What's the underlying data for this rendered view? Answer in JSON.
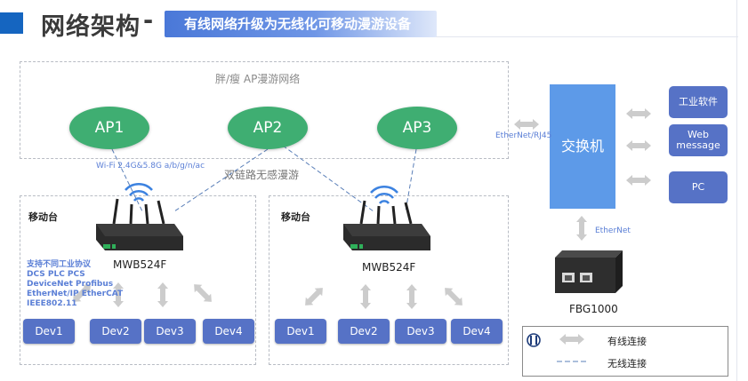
{
  "header": {
    "title": "网络架构",
    "title_dash": "-",
    "subtitle": "有线网络升级为无线化可移动漫游设备"
  },
  "zones": {
    "ap_zone_label": "胖/瘦 AP漫游网络",
    "roaming_label": "双链路无感漫游",
    "wifi_label": "Wi-Fi 2.4G&5.8G a/b/g/n/ac"
  },
  "aps": [
    "AP1",
    "AP2",
    "AP3"
  ],
  "stations": [
    {
      "label": "移动台",
      "model": "MWB524F",
      "devices": [
        "Dev1",
        "Dev2",
        "Dev3",
        "Dev4"
      ]
    },
    {
      "label": "移动台",
      "model": "MWB524F",
      "devices": [
        "Dev1",
        "Dev2",
        "Dev3",
        "Dev4"
      ]
    }
  ],
  "protocols": {
    "heading": "支持不同工业协议",
    "lines": [
      "DCS PLC PCS",
      "DeviceNet Profibus",
      "EtherNet/IP EtherCAT",
      "IEEE802.11"
    ]
  },
  "switch": {
    "label": "交换机",
    "left_link": "EtherNet/RJ45",
    "bottom_link": "EtherNet"
  },
  "right_boxes": [
    {
      "line1": "工业软件",
      "line2": ""
    },
    {
      "line1": "Web",
      "line2": "message"
    },
    {
      "line1": "PC",
      "line2": ""
    }
  ],
  "gateway": {
    "model": "FBG1000"
  },
  "legend": {
    "wired": "有线连接",
    "wireless": "无线连接"
  },
  "colors": {
    "ap": "#3fae72",
    "device": "#5672c6",
    "switch": "#5d9ae8",
    "arrow": "#cccccc",
    "wireless_line": "#5a7fb8"
  }
}
